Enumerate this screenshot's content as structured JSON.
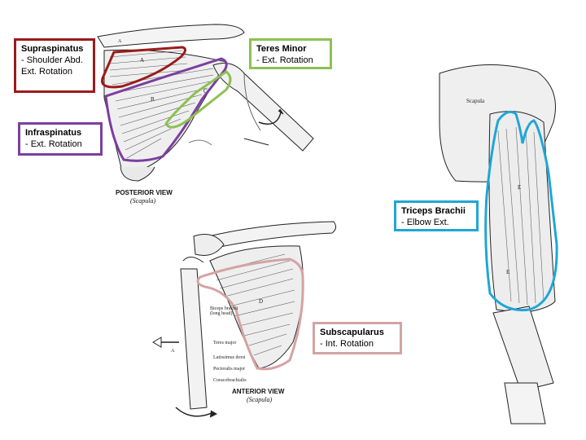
{
  "labels": {
    "supraspinatus": {
      "name": "Supraspinatus",
      "action": " - Shoulder Abd.\nExt. Rotation",
      "color": "#9b1b1b"
    },
    "teres_minor": {
      "name": "Teres Minor",
      "action": " - Ext. Rotation",
      "color": "#8cc152"
    },
    "infraspinatus": {
      "name": "Infraspinatus",
      "action": "  - Ext. Rotation",
      "color": "#7b3fa0"
    },
    "triceps": {
      "name": "Triceps Brachii",
      "action": "  - Elbow Ext.",
      "color": "#1ea6d8"
    },
    "subscapularis": {
      "name": "Subscapularus",
      "action": "- Int. Rotation",
      "color": "#d4a3a3"
    }
  },
  "figures": {
    "posterior": {
      "caption": "POSTERIOR VIEW",
      "sub": "(Scapula)"
    },
    "anterior": {
      "caption": "ANTERIOR VIEW",
      "sub": "(Scapula)"
    },
    "arm": {
      "tag": "Scapula"
    },
    "anterior_notes": [
      "Biceps brachii (long head)",
      "Teres major",
      "Latissimus dorsi",
      "Pectoralis major",
      "Coracobrachialis"
    ]
  }
}
